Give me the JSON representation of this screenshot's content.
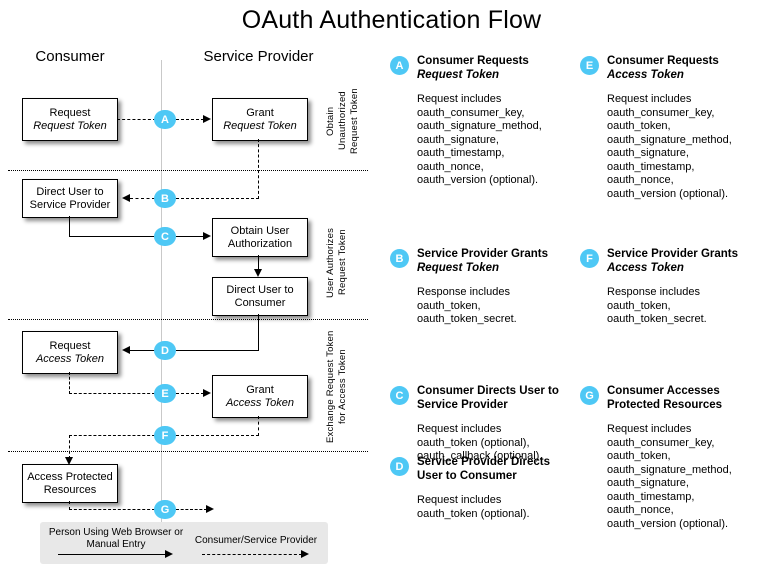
{
  "title": "OAuth Authentication Flow",
  "diagram": {
    "columns": {
      "left": "Consumer",
      "right": "Service Provider"
    },
    "phases": [
      "Obtain Unauthorized\nRequest Token",
      "User Authorizes\nRequest Token",
      "Exchange Request Token\nfor Access Token"
    ],
    "boxes": {
      "request_request_token": {
        "line1": "Request",
        "line2": "Request Token"
      },
      "grant_request_token": {
        "line1": "Grant",
        "line2": "Request Token"
      },
      "direct_user_sp": {
        "line1": "Direct User to",
        "line2": "Service Provider"
      },
      "obtain_user_auth": {
        "line1": "Obtain User",
        "line2": "Authorization"
      },
      "direct_user_consumer": {
        "line1": "Direct User to",
        "line2": "Consumer"
      },
      "request_access_token": {
        "line1": "Request",
        "line2": "Access Token"
      },
      "grant_access_token": {
        "line1": "Grant",
        "line2": "Access Token"
      },
      "access_protected": {
        "line1": "Access Protected",
        "line2": "Resources"
      }
    },
    "badges": [
      "A",
      "B",
      "C",
      "D",
      "E",
      "F",
      "G"
    ],
    "legend": {
      "person_label": "Person Using Web Browser\nor Manual Entry",
      "machine_label": "Consumer/Service Provider"
    }
  },
  "panel": {
    "sections": [
      {
        "letter": "A",
        "head_plain": "Consumer Requests",
        "head_italic": "Request Token",
        "body": "Request includes\noauth_consumer_key,\noauth_signature_method,\noauth_signature,\noauth_timestamp,\noauth_nonce,\noauth_version (optional)."
      },
      {
        "letter": "B",
        "head_plain": "Service Provider Grants",
        "head_italic": "Request Token",
        "body": "Response includes\noauth_token,\noauth_token_secret."
      },
      {
        "letter": "C",
        "head_plain": "Consumer Directs User to Service Provider",
        "head_italic": "",
        "body": "Request includes\noauth_token (optional),\noauth_callback (optional)."
      },
      {
        "letter": "D",
        "head_plain": "Service Provider Directs User to Consumer",
        "head_italic": "",
        "body": "Request includes\noauth_token (optional)."
      },
      {
        "letter": "E",
        "head_plain": "Consumer Requests",
        "head_italic": "Access Token",
        "body": "Request includes\noauth_consumer_key,\noauth_token,\noauth_signature_method,\noauth_signature,\noauth_timestamp,\noauth_nonce,\noauth_version (optional)."
      },
      {
        "letter": "F",
        "head_plain": "Service Provider Grants",
        "head_italic": "Access Token",
        "body": "Response includes\noauth_token,\noauth_token_secret."
      },
      {
        "letter": "G",
        "head_plain": "Consumer Accesses Protected Resources",
        "head_italic": "",
        "body": "Request includes\noauth_consumer_key,\noauth_token,\noauth_signature_method,\noauth_signature,\noauth_timestamp,\noauth_nonce,\noauth_version (optional)."
      }
    ]
  },
  "colors": {
    "badge": "#4ec8f5",
    "legend_bg": "#e8e8e8",
    "divider": "#c9c9c9"
  }
}
